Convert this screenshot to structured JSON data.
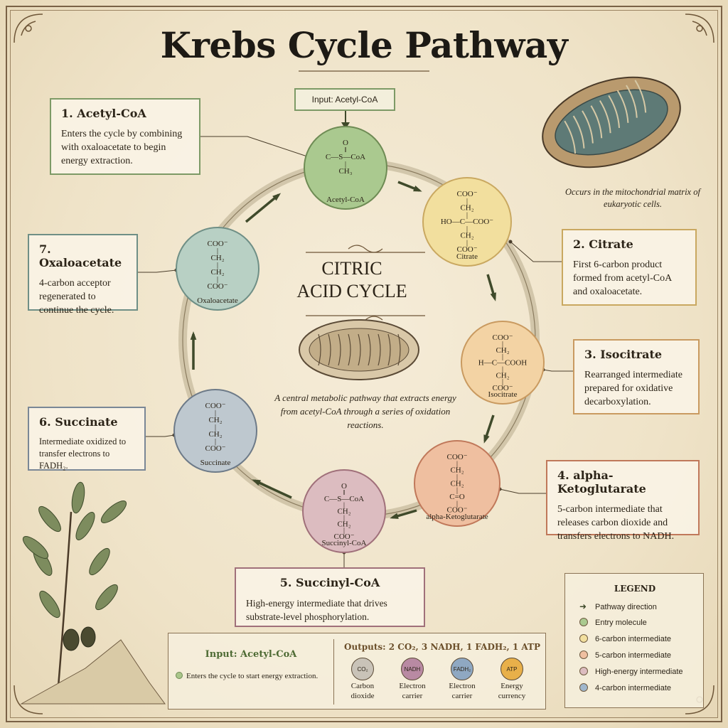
{
  "title": "Krebs Cycle Pathway",
  "center": {
    "title_line1": "CITRIC",
    "title_line2": "ACID CYCLE",
    "description": "A central metabolic pathway that extracts energy from acetyl-CoA through a series of oxidation reactions."
  },
  "top_input": "Input: Acetyl-CoA",
  "mitochondria_caption": "Occurs in the mitochondrial matrix of eukaryotic cells.",
  "steps": [
    {
      "title": "1. Acetyl-CoA",
      "desc": "Enters the cycle by combining with oxaloacetate to begin energy extraction.",
      "node_label": "Acetyl-CoA",
      "formula": [
        "O",
        "‖",
        "C—S—CoA",
        "|",
        "CH₃"
      ],
      "color": "#aac98f"
    },
    {
      "title": "2. Citrate",
      "desc": "First 6-carbon product formed from acetyl-CoA and oxaloacetate.",
      "node_label": "Citrate",
      "formula": [
        "COO⁻",
        "|",
        "CH₂",
        "|",
        "HO—C—COO⁻",
        "|",
        "CH₂",
        "|",
        "COO⁻"
      ],
      "color": "#f2df9e"
    },
    {
      "title": "3. Isocitrate",
      "desc": "Rearranged intermediate prepared for oxidative decarboxylation.",
      "node_label": "Isocitrate",
      "formula": [
        "COO⁻",
        "|",
        "CH₂",
        "|",
        "H—C—COOH",
        "|",
        "CH₂",
        "|",
        "COO⁻"
      ],
      "color": "#f3d3a4"
    },
    {
      "title": "4. alpha-Ketoglutarate",
      "desc": "5-carbon intermediate that releases carbon dioxide and transfers electrons to NADH.",
      "node_label": "alpha-Ketoglutarate",
      "formula": [
        "COO⁻",
        "|",
        "CH₂",
        "|",
        "CH₂",
        "|",
        "C=O",
        "|",
        "COO⁻"
      ],
      "color": "#efbfa0"
    },
    {
      "title": "5. Succinyl-CoA",
      "desc": "High-energy intermediate that drives substrate-level phosphorylation.",
      "node_label": "Succinyl-CoA",
      "formula": [
        "O",
        "‖",
        "C—S—CoA",
        "|",
        "CH₂",
        "|",
        "CH₂",
        "|",
        "COO⁻"
      ],
      "color": "#dcbcc0"
    },
    {
      "title": "6. Succinate",
      "desc": "Intermediate oxidized to transfer electrons to FADH₂.",
      "node_label": "Succinate",
      "formula": [
        "COO⁻",
        "|",
        "CH₂",
        "|",
        "CH₂",
        "|",
        "COO⁻"
      ],
      "color": "#bec8cf"
    },
    {
      "title": "7. Oxaloacetate",
      "desc": "4-carbon acceptor regenerated to continue the cycle.",
      "node_label": "Oxaloacetate",
      "formula": [
        "COO⁻",
        "|",
        "CH₂",
        "|",
        "CH₂",
        "|",
        "COO⁻"
      ],
      "color": "#b8d0c4"
    }
  ],
  "bottom_panel": {
    "input_title": "Input: Acetyl-CoA",
    "input_desc": "Enters the cycle to start energy extraction.",
    "outputs_title": "Outputs: 2 CO₂, 3 NADH, 1 FADH₂, 1 ATP",
    "outputs": [
      {
        "badge": "CO₂",
        "line1": "Carbon",
        "line2": "dioxide",
        "color": "#c9c3b8"
      },
      {
        "badge": "NADH",
        "line1": "Electron",
        "line2": "carrier",
        "color": "#b98aa3"
      },
      {
        "badge": "FADH₂",
        "line1": "Electron",
        "line2": "carrier",
        "color": "#8fa8c2"
      },
      {
        "badge": "ATP",
        "line1": "Energy",
        "line2": "currency",
        "color": "#e8b04a"
      }
    ]
  },
  "legend": {
    "title": "LEGEND",
    "items": [
      {
        "label": "Pathway direction",
        "kind": "arrow",
        "color": "#3f4a2a"
      },
      {
        "label": "Entry molecule",
        "kind": "dot",
        "color": "#aac98f"
      },
      {
        "label": "6-carbon intermediate",
        "kind": "dot",
        "color": "#f2df9e"
      },
      {
        "label": "5-carbon intermediate",
        "kind": "dot",
        "color": "#efbfa0"
      },
      {
        "label": "High-energy intermediate",
        "kind": "dot",
        "color": "#dcbcc0"
      },
      {
        "label": "4-carbon intermediate",
        "kind": "dot",
        "color": "#9fb6cc"
      }
    ]
  }
}
